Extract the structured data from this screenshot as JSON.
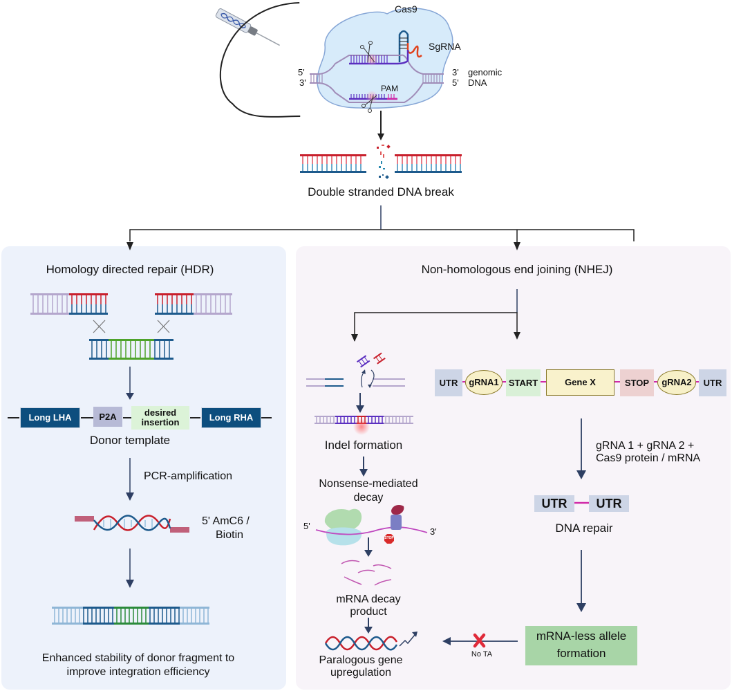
{
  "top": {
    "cas9_label": "Cas9",
    "sgrna_label": "SgRNA",
    "five_prime_left": "5'",
    "three_prime_left": "3'",
    "three_prime_right": "3'",
    "five_prime_right": "5'",
    "genomic_label": "genomic",
    "dna_label": "DNA",
    "pam_label": "PAM",
    "dsb_label": "Double stranded DNA break"
  },
  "hdr": {
    "title": "Homology directed repair (HDR)",
    "donor": {
      "segments": [
        "Long LHA",
        "P2A",
        "desired insertion",
        "Long RHA"
      ],
      "label": "Donor template"
    },
    "pcr_label": "PCR-amplification",
    "mod_label_line1": "5' AmC6 /",
    "mod_label_line2": "Biotin",
    "result_line1": "Enhanced stability of donor fragment to",
    "result_line2": "improve integration efficiency"
  },
  "nhej": {
    "title": "Non-homologous end joining (NHEJ)",
    "indel_label": "Indel formation",
    "nmd_line1": "Nonsense-mediated",
    "nmd_line2": "decay",
    "mrna_5": "5'",
    "mrna_3": "3'",
    "stop_sign": "STOP",
    "decay_line1": "mRNA decay",
    "decay_line2": "product",
    "paralog_line1": "Paralogous gene",
    "paralog_line2": "upregulation",
    "gene_construct": [
      "UTR",
      "gRNA1",
      "START",
      "Gene X",
      "STOP",
      "gRNA2",
      "UTR"
    ],
    "reagents_line1": "gRNA 1 + gRNA 2 +",
    "reagents_line2": "Cas9 protein / mRNA",
    "repaired": [
      "UTR",
      "UTR"
    ],
    "dna_repair_label": "DNA repair",
    "allele_line1": "mRNA-less allele",
    "allele_line2": "formation",
    "no_ta_label": "No TA"
  },
  "colors": {
    "hdr_panel": "#edf2fb",
    "nhej_panel": "#f8f4f9",
    "arrow": "#2e3f63",
    "dna_red": "#c8202c",
    "dna_blue": "#1d5a8c",
    "dna_lavender": "#b4a6cc",
    "dna_green": "#4ea32a",
    "donor_blue": "#0d4e7e",
    "p2a": "#b7bad6",
    "insertion": "#dcf3d8",
    "utr": "#cdd5e6",
    "start": "#d9f0d7",
    "stop": "#edd1d1",
    "gene_x": "#f9f2cc",
    "grna": "#f7f0c8",
    "allele_box": "#a8d5a7",
    "cas9_blob": "#d7ebfa"
  }
}
